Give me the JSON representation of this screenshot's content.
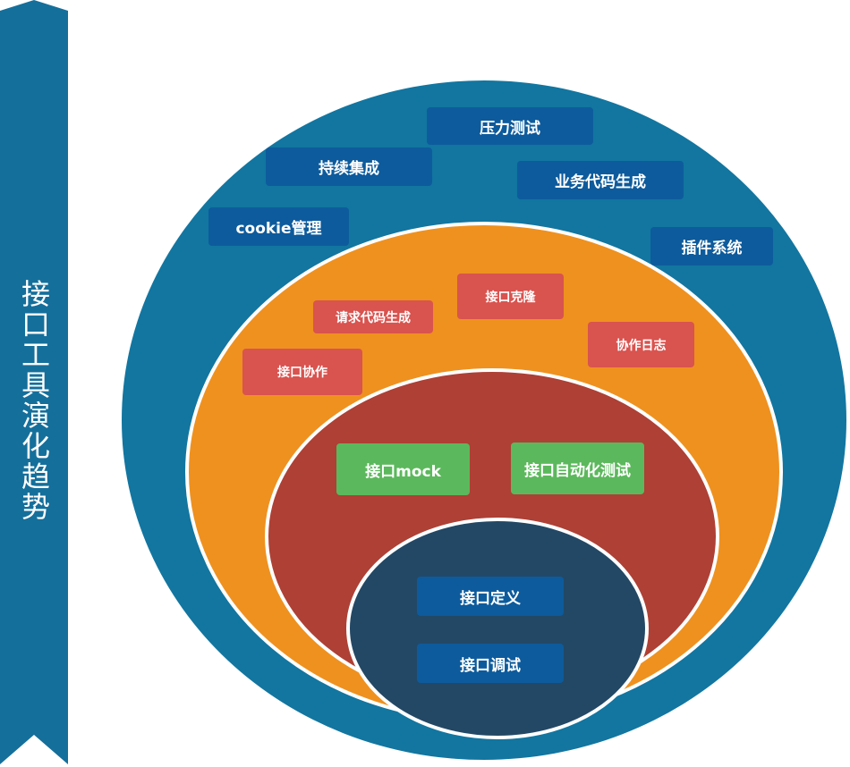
{
  "title": "接口工具演化趋势",
  "colors": {
    "banner": "#156f9b",
    "outer_ring": "#1276a0",
    "middle_ring": "#ef911f",
    "inner_ring": "#ae4035",
    "core": "#234865",
    "blue_tag": "#0d5b9c",
    "red_tag": "#d9534f",
    "green_tag": "#5cb85c"
  },
  "outer_ring": {
    "items": [
      "压力测试",
      "持续集成",
      "业务代码生成",
      "cookie管理",
      "插件系统"
    ]
  },
  "middle_ring": {
    "items": [
      "接口克隆",
      "请求代码生成",
      "协作日志",
      "接口协作"
    ]
  },
  "inner_ring": {
    "items": [
      "接口mock",
      "接口自动化测试"
    ]
  },
  "core": {
    "items": [
      "接口定义",
      "接口调试"
    ]
  }
}
